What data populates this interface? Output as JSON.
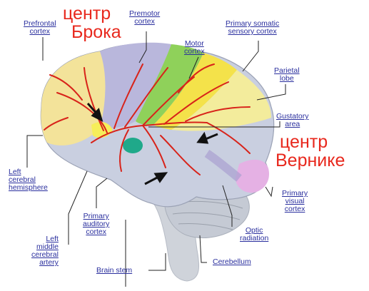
{
  "labels": {
    "prefrontal_cortex": [
      "Prefrontal",
      "cortex"
    ],
    "premotor_cortex": [
      "Premotor",
      "cortex"
    ],
    "primary_somatic_sensory_cortex": [
      "Primary somatic",
      "sensory cortex"
    ],
    "motor_cortex": [
      "Motor",
      "cortex"
    ],
    "parietal_lobe": [
      "Parietal",
      "lobe"
    ],
    "gustatory_area": [
      "Gustatory",
      "area"
    ],
    "left_cerebral_hemisphere": [
      "Left",
      "cerebral",
      "hemisphere"
    ],
    "primary_visual_cortex": [
      "Primary",
      "visual",
      "cortex"
    ],
    "primary_auditory_cortex": [
      "Primary",
      "auditory",
      "cortex"
    ],
    "optic_radiation": [
      "Optic",
      "radiation"
    ],
    "left_middle_cerebral_artery": [
      "Left",
      "middle",
      "cerebral",
      "artery"
    ],
    "brain_stem": "Brain stem",
    "cerebellum": "Cerebellum"
  },
  "annotations": {
    "broca_line1": "центр",
    "broca_line2": "Брока",
    "wernicke_line1": "центр",
    "wernicke_line2": "Вернике"
  },
  "colors": {
    "label_text": "#2a2f9e",
    "annotation_text": "#e8281d",
    "artery": "#d8231a",
    "prefrontal": "#f3e39a",
    "premotor": "#b9b7dc",
    "motor": "#8fd15a",
    "sensory": "#f4e24a",
    "parietal": "#f3ec9c",
    "temporal": "#c9cfe0",
    "occipital": "#e5b1e4",
    "gustatory": "#1fa98a",
    "cerebellum": "#c5cad4",
    "brainstem": "#cfd3da"
  }
}
